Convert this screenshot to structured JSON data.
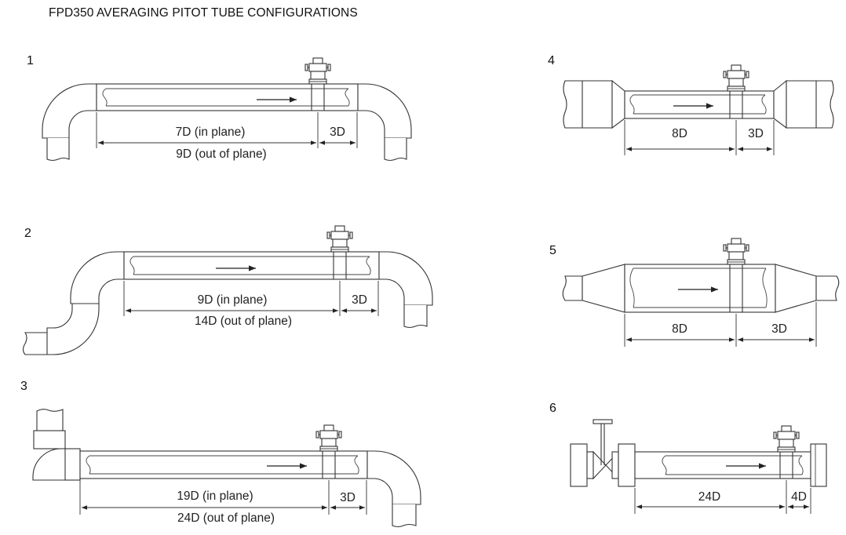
{
  "title": "FPD350 AVERAGING PITOT TUBE CONFIGURATIONS",
  "configs": [
    {
      "number": "1",
      "primary_label": "7D (in plane)",
      "secondary_label": "9D (out of plane)",
      "downstream_label": "3D"
    },
    {
      "number": "2",
      "primary_label": "9D (in plane)",
      "secondary_label": "14D (out of plane)",
      "downstream_label": "3D"
    },
    {
      "number": "3",
      "primary_label": "19D (in plane)",
      "secondary_label": "24D (out of plane)",
      "downstream_label": "3D"
    },
    {
      "number": "4",
      "primary_label": "8D",
      "downstream_label": "3D"
    },
    {
      "number": "5",
      "primary_label": "8D",
      "downstream_label": "3D"
    },
    {
      "number": "6",
      "primary_label": "24D",
      "downstream_label": "4D"
    }
  ]
}
